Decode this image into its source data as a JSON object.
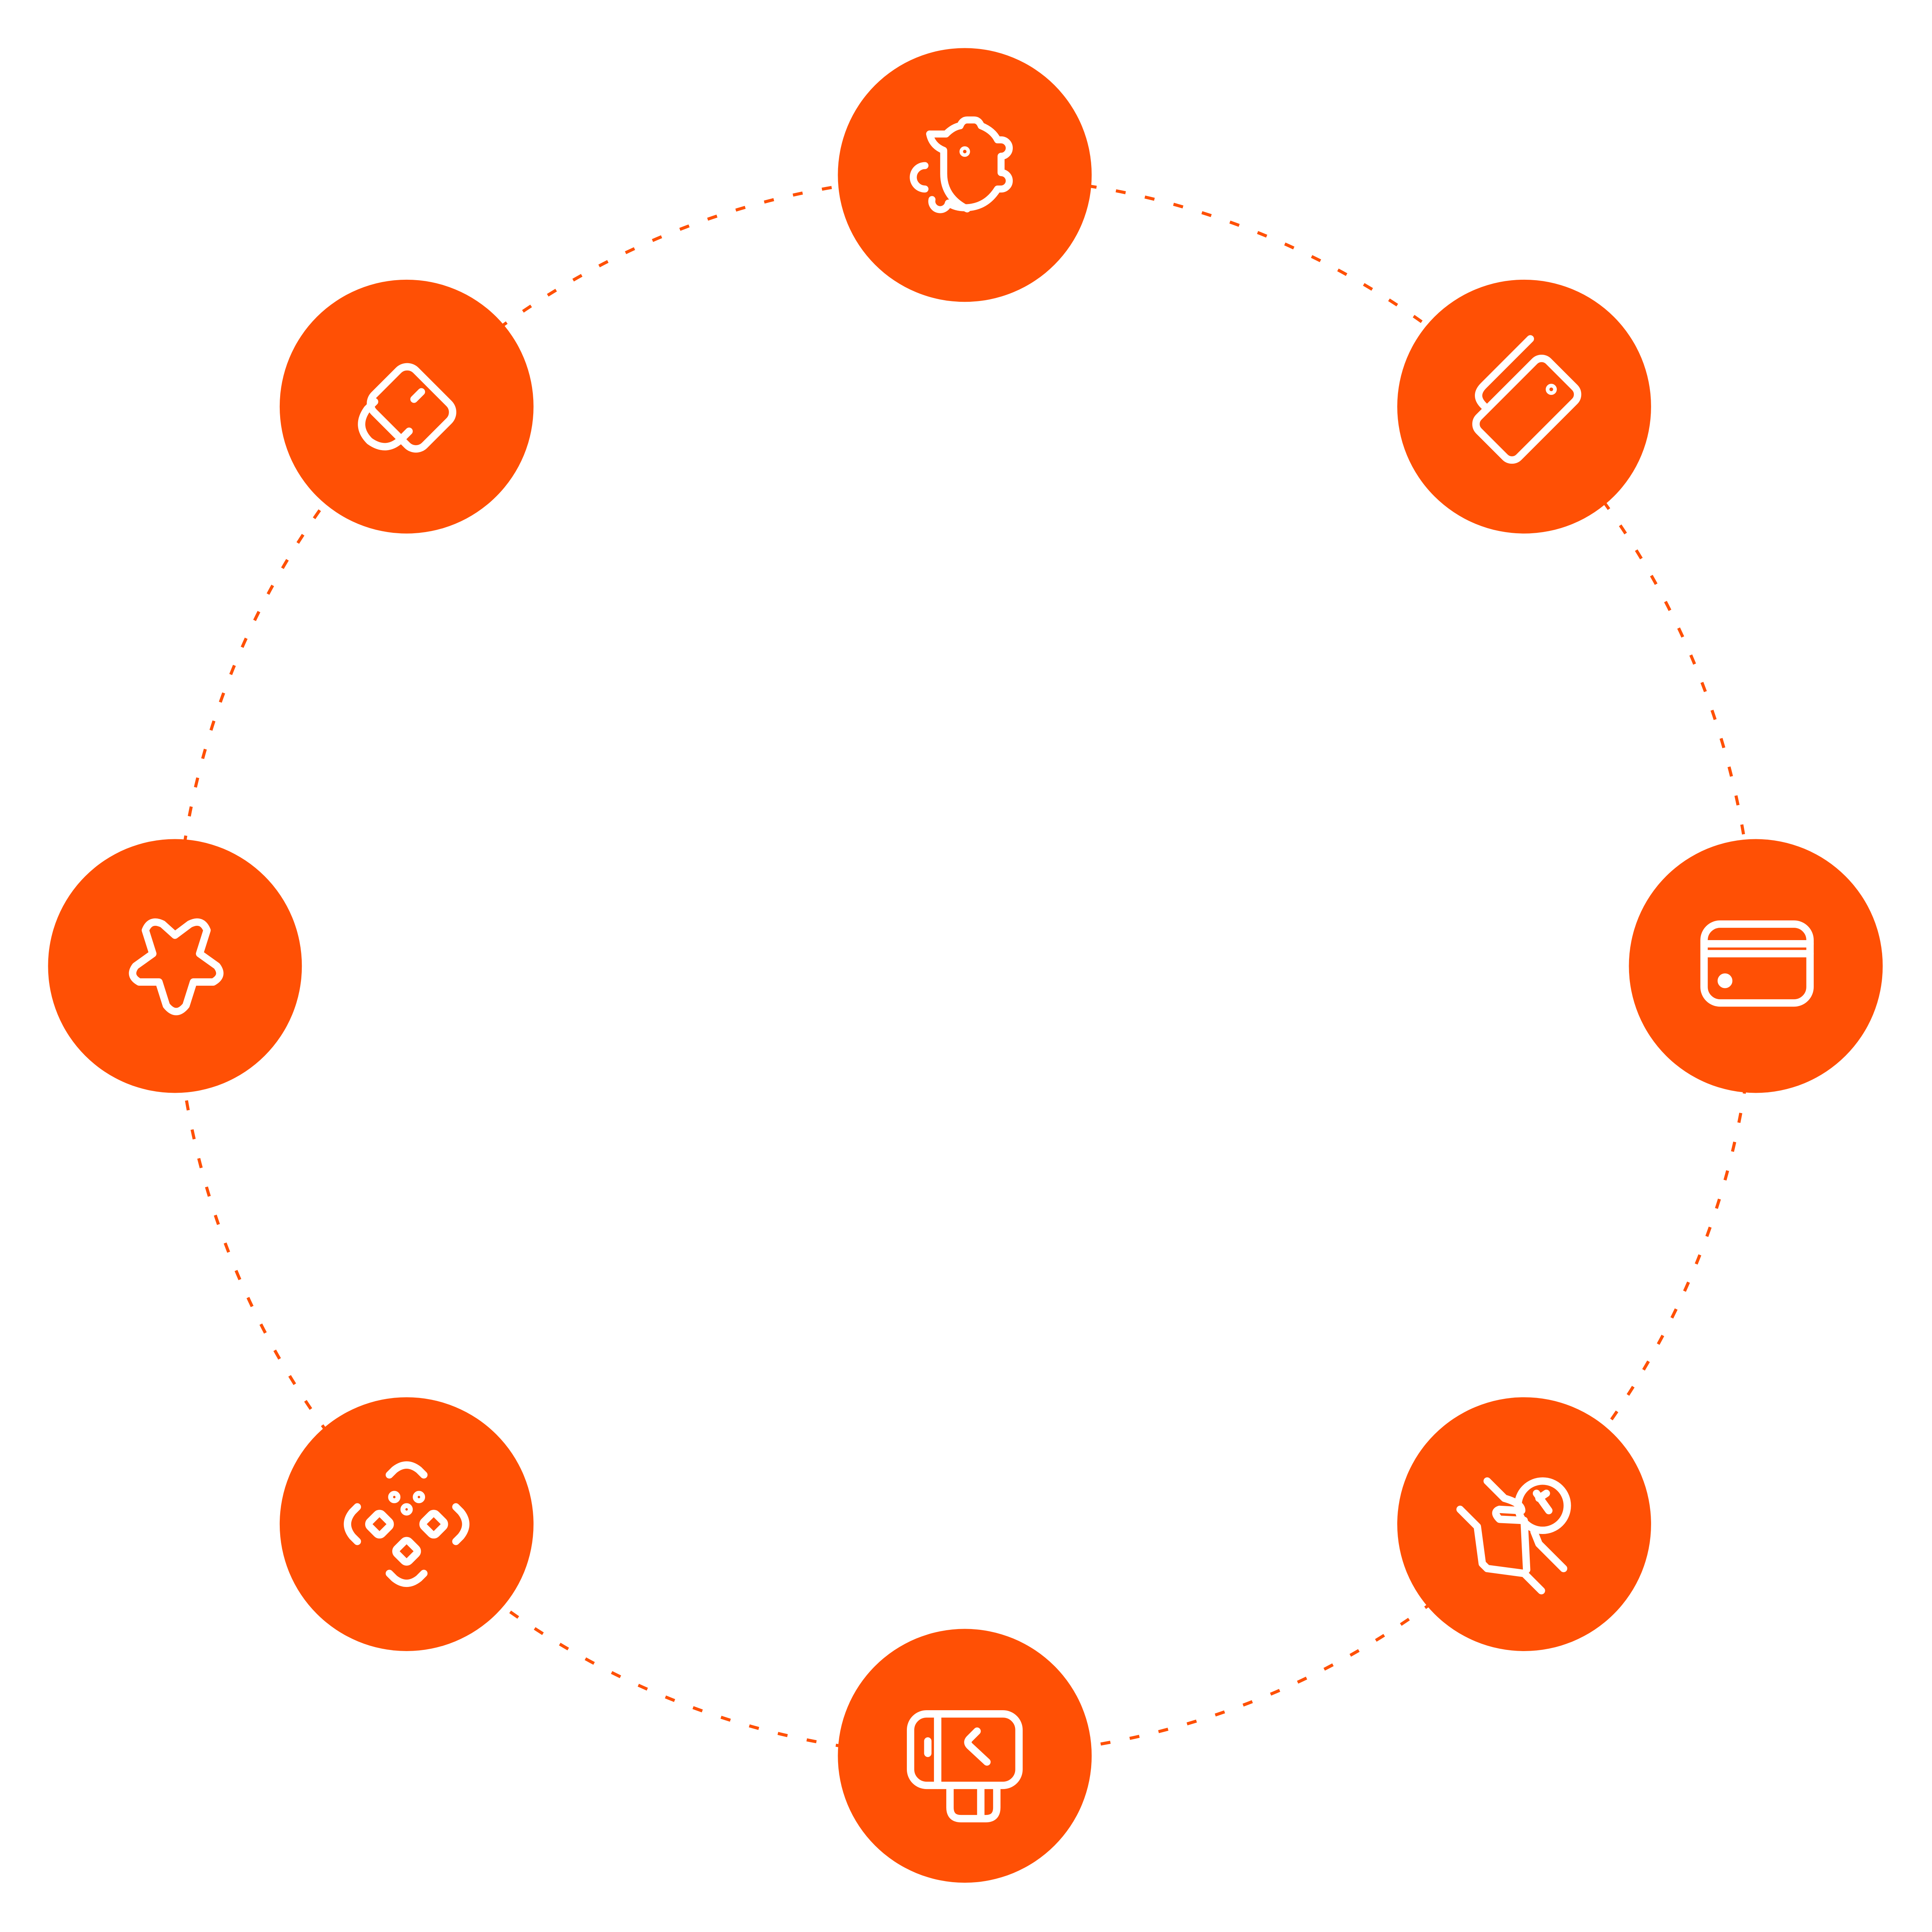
{
  "colors": {
    "accent": "#FF5005",
    "icon": "#FFFFFF",
    "background": "#FFFFFF"
  },
  "ring": {
    "style": "dashed"
  },
  "nodes": [
    {
      "position": "top",
      "icon": "piggy-bank-icon"
    },
    {
      "position": "top-right",
      "icon": "ticket-icon"
    },
    {
      "position": "right",
      "icon": "credit-card-icon"
    },
    {
      "position": "bottom-right",
      "icon": "coin-exchange-icon"
    },
    {
      "position": "bottom",
      "icon": "card-terminal-icon"
    },
    {
      "position": "bottom-left",
      "icon": "pattern-icon"
    },
    {
      "position": "left",
      "icon": "star-icon"
    },
    {
      "position": "top-left",
      "icon": "eraser-icon"
    }
  ]
}
